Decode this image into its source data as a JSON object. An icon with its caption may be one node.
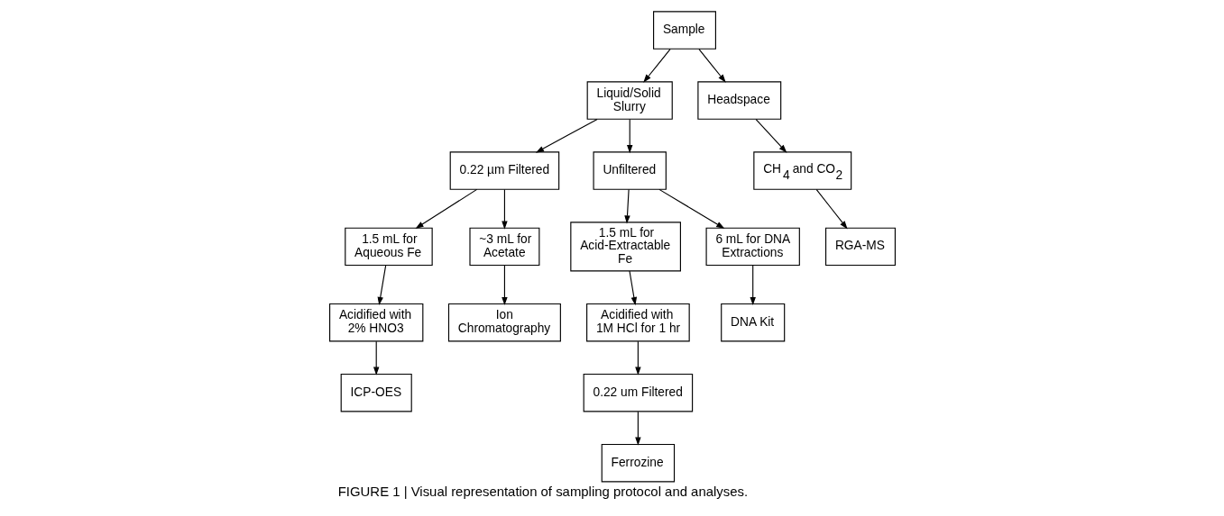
{
  "diagram": {
    "caption": "FIGURE 1 | Visual representation of sampling protocol and analyses.",
    "nodes": [
      {
        "text": [
          "Sample"
        ]
      },
      {
        "text": [
          "Liquid/Solid Slurry"
        ]
      },
      {
        "text": [
          "Headspace"
        ]
      },
      {
        "text": [
          "0.22 µm Filtered"
        ]
      },
      {
        "text": [
          "Unfiltered"
        ]
      },
      {
        "text": [
          "1.5 mL for Aqueous Fe"
        ]
      },
      {
        "text": [
          "~3 mL for Acetate"
        ]
      },
      {
        "text": [
          "1.5 mL for Acid-Extractable Fe"
        ]
      },
      {
        "text": [
          "6 mL for DNA Extractions"
        ]
      },
      {
        "text": [
          "CH$_{4}$ and CO$_{2}$"
        ]
      },
      {
        "text": [
          "Acidified with 2% HNO3"
        ]
      },
      {
        "text": [
          "Ion Chromatography"
        ]
      },
      {
        "text": [
          "Acidified with 1M HCl for 1 hr"
        ]
      },
      {
        "text": [
          "DNA Kit"
        ]
      },
      {
        "text": [
          "RGA-MS"
        ]
      },
      {
        "text": [
          "ICP-OES"
        ]
      },
      {
        "text": [
          "0.22 um Filtered"
        ]
      },
      {
        "text": [
          "Ferrozine"
        ]
      }
    ],
    "edges": [
      {
        "from": 0,
        "to": 1,
        "arrow": "to"
      },
      {
        "from": 0,
        "to": 2,
        "arrow": "to"
      },
      {
        "from": 1,
        "to": 3,
        "arrow": "to"
      },
      {
        "from": 1,
        "to": 4,
        "arrow": "to"
      },
      {
        "from": 3,
        "to": 5,
        "arrow": "to"
      },
      {
        "from": 3,
        "to": 6,
        "arrow": "to"
      },
      {
        "from": 4,
        "to": 7,
        "arrow": "to"
      },
      {
        "from": 4,
        "to": 8,
        "arrow": "to"
      },
      {
        "from": 2,
        "to": 9,
        "arrow": "to"
      },
      {
        "from": 5,
        "to": 10,
        "arrow": "to"
      },
      {
        "from": 6,
        "to": 11,
        "arrow": "to"
      },
      {
        "from": 7,
        "to": 12,
        "arrow": "to"
      },
      {
        "from": 8,
        "to": 13,
        "arrow": "to"
      },
      {
        "from": 9,
        "to": 14,
        "arrow": "to"
      },
      {
        "from": 10,
        "to": 15,
        "arrow": "to"
      },
      {
        "from": 12,
        "to": 16,
        "arrow": "to"
      },
      {
        "from": 16,
        "to": 17,
        "arrow": "to"
      }
    ]
  }
}
